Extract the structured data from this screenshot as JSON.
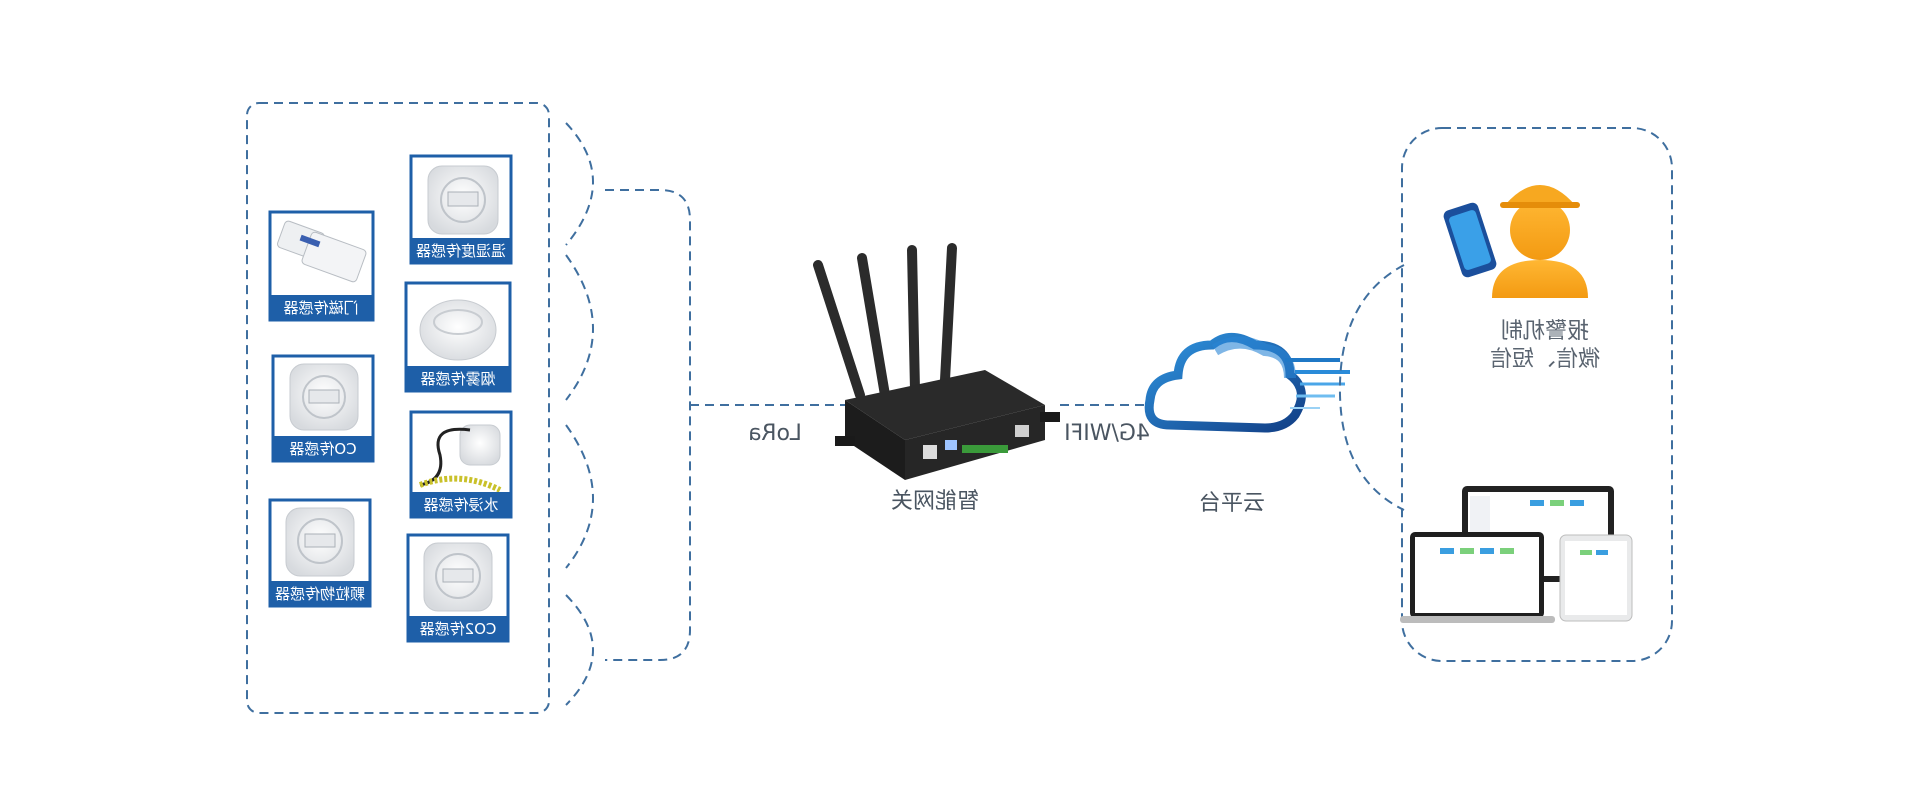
{
  "sensors": {
    "temp_humidity": "温湿度传感器",
    "door_magnet": "门磁传感器",
    "smoke": "烟雾传感器",
    "co": "CO传感器",
    "water_leak": "水浸传感器",
    "particulate": "颗粒物传感器",
    "co2": "CO2传感器"
  },
  "links": {
    "lora": "LoRa",
    "wan": "4G/WIFI"
  },
  "gateway": {
    "label": "智能网关"
  },
  "cloud": {
    "label": "云平台"
  },
  "alarm": {
    "line1": "报警机制",
    "line2": "微信、短信"
  },
  "colors": {
    "caption_bg": "#1e5fa8",
    "dashed_line": "#3f6f9f",
    "cloud_blue": "#1f78c6"
  }
}
